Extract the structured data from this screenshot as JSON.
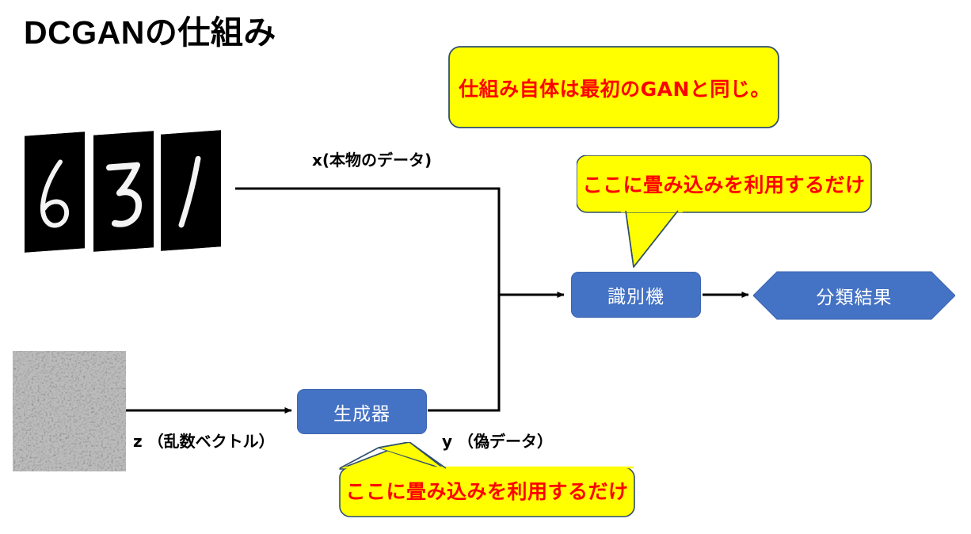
{
  "slide": {
    "title": "DCGANの仕組み",
    "background": "#ffffff"
  },
  "colors": {
    "process_fill": "#4472C4",
    "process_text": "#ffffff",
    "callout_fill": "#FFFF00",
    "callout_border": "#2F4E6F",
    "callout_text": "#FF0000",
    "connector": "#000000"
  },
  "callouts": [
    {
      "id": "top-note",
      "text": "仕組み自体は最初のGANと同じ。",
      "shape": "rounded-rectangle"
    },
    {
      "id": "discriminator-note",
      "text": "ここに畳み込みを利用するだけ",
      "shape": "speech-bubble-tail-down-left"
    },
    {
      "id": "generator-note",
      "text": "ここに畳み込みを利用するだけ",
      "shape": "speech-bubble-tail-up-left"
    }
  ],
  "nodes": [
    {
      "id": "discriminator",
      "label": "識別機",
      "shape": "rounded-rectangle"
    },
    {
      "id": "generator",
      "label": "生成器",
      "shape": "rounded-rectangle"
    },
    {
      "id": "result",
      "label": "分類結果",
      "shape": "chevron"
    }
  ],
  "edge_labels": [
    {
      "id": "real-data",
      "text": "x(本物のデータ)"
    },
    {
      "id": "noise-vec",
      "text": "z （乱数ベクトル）"
    },
    {
      "id": "fake-data",
      "text": "y （偽データ）"
    }
  ],
  "images": [
    {
      "id": "mnist-sample-1",
      "alt": "手書き数字 6",
      "digit": "6"
    },
    {
      "id": "mnist-sample-2",
      "alt": "手書き数字 3",
      "digit": "3"
    },
    {
      "id": "mnist-sample-3",
      "alt": "手書き数字 1",
      "digit": "1"
    },
    {
      "id": "noise-image",
      "alt": "ランダムノイズ画像",
      "digit": ""
    }
  ]
}
